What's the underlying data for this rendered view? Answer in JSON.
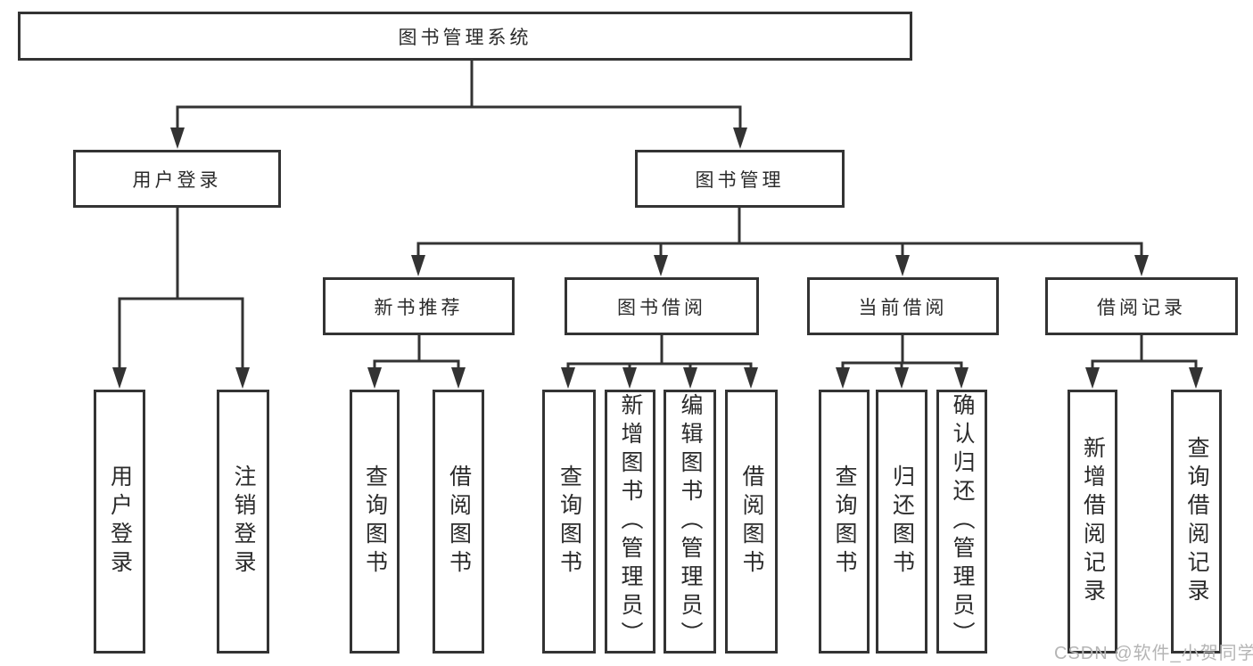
{
  "title": "图书管理系统",
  "watermark": "CSDN @软件_小贺同学",
  "colors": {
    "line": "#333333",
    "text": "#2b2b2b",
    "watermark": "#b5b5b5",
    "background": "#ffffff"
  },
  "nodes": {
    "root": "图书管理系统",
    "user_login": "用户登录",
    "book_management": "图书管理",
    "new_book_recommend": "新书推荐",
    "book_borrowing": "图书借阅",
    "current_borrowing": "当前借阅",
    "borrowing_records": "借阅记录"
  },
  "leaves": {
    "login": "用户登录",
    "logout": "注销登录",
    "rec_query_books": "查询图书",
    "rec_borrow_books": "借阅图书",
    "bor_query_books": "查询图书",
    "bor_add_books": "新增图书（管理员）",
    "bor_edit_books": "编辑图书（管理员）",
    "bor_borrow_books": "借阅图书",
    "cur_query_books": "查询图书",
    "cur_return_books": "归还图书",
    "cur_confirm_return": "确认归还（管理员）",
    "recd_add_record": "新增借阅记录",
    "recd_query_record": "查询借阅记录"
  }
}
